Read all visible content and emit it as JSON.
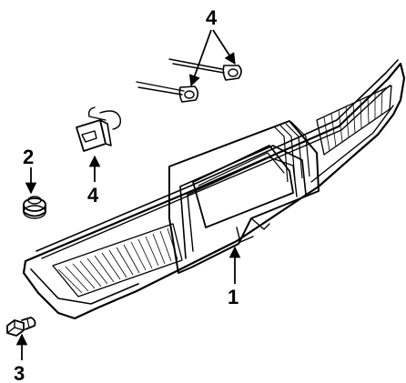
{
  "callouts": {
    "c1": "1",
    "c2": "2",
    "c3": "3",
    "c4_top": "4",
    "c4_mid": "4"
  },
  "parts": [
    {
      "callout": "1",
      "icon": "tail-lamp-panel-icon"
    },
    {
      "callout": "2",
      "icon": "grommet-icon"
    },
    {
      "callout": "3",
      "icon": "bolt-icon"
    },
    {
      "callout": "4",
      "icon": "bulb-socket-icon"
    },
    {
      "callout": "4",
      "icon": "wiring-connector-icon"
    }
  ],
  "colors": {
    "ink": "#000000",
    "paper": "#ffffff"
  }
}
